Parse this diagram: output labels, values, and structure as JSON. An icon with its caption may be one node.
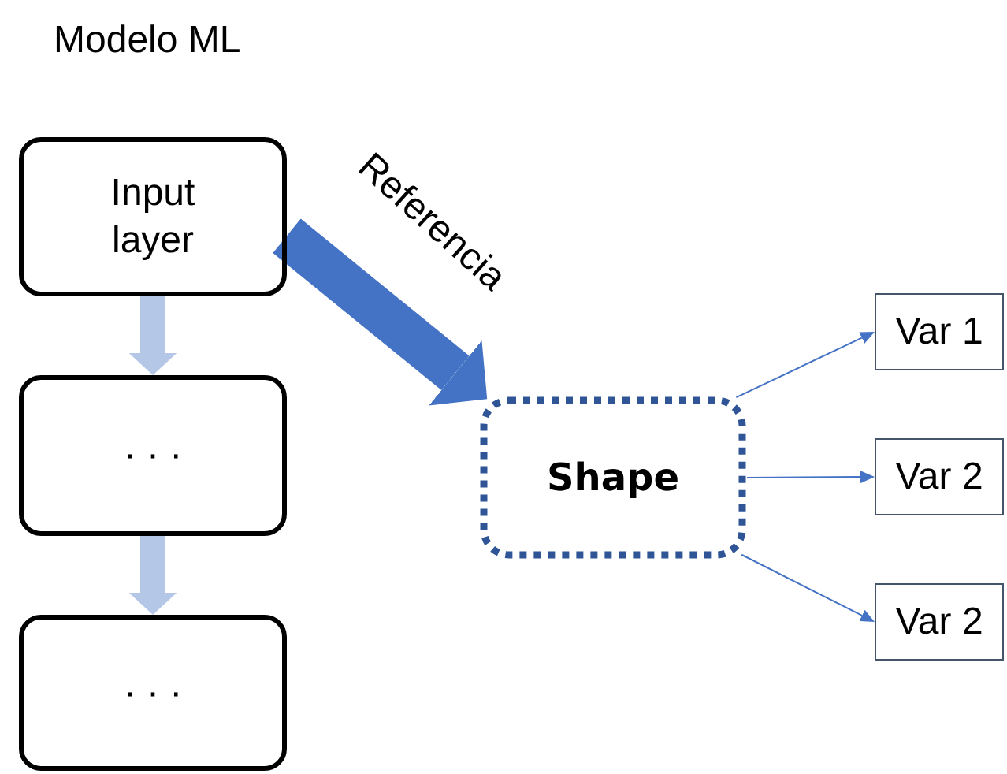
{
  "diagram": {
    "title": "Modelo ML",
    "nodes": [
      {
        "text": [
          "Input layer"
        ]
      },
      {
        "text": [
          "· · ·"
        ]
      },
      {
        "text": [
          "· · ·"
        ]
      },
      {
        "text": [
          "Shape"
        ]
      },
      {
        "text": [
          "Var 1"
        ]
      },
      {
        "text": [
          "Var 2"
        ]
      },
      {
        "text": [
          "Var 2"
        ]
      }
    ],
    "edges": [
      {
        "from": 0,
        "to": 1,
        "arrow": "to",
        "style": "thick",
        "color": "#b4c7e7"
      },
      {
        "from": 1,
        "to": 2,
        "arrow": "to",
        "style": "thick",
        "color": "#b4c7e7"
      },
      {
        "from": 0,
        "to": 3,
        "arrow": "to",
        "style": "thick",
        "color": "#4472c4",
        "label": "Referencia"
      },
      {
        "from": 3,
        "to": 4,
        "arrow": "to"
      },
      {
        "from": 3,
        "to": 5,
        "arrow": "to"
      },
      {
        "from": 3,
        "to": 6,
        "arrow": "to"
      }
    ]
  }
}
